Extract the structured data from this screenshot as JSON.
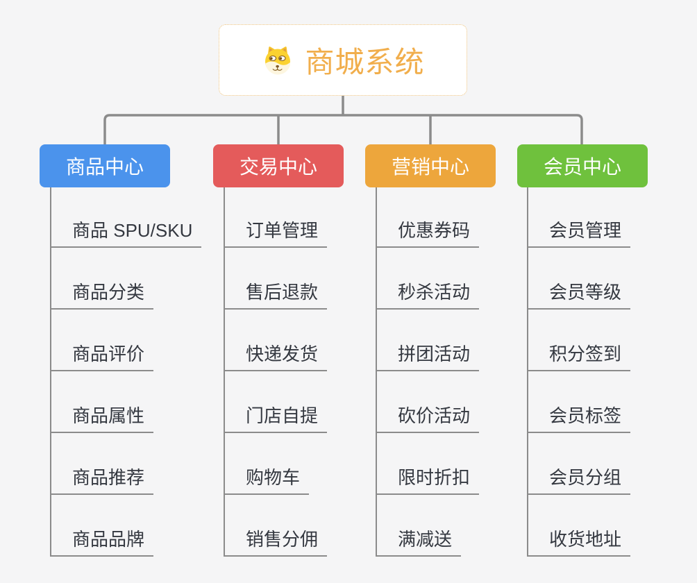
{
  "page": {
    "background_color": "#f5f5f6"
  },
  "root": {
    "title": "商城系统",
    "icon": "dog-face-icon",
    "title_color": "#f1ae4c",
    "border_color": "#eec27c"
  },
  "connectors": {
    "color": "#8b8b8b"
  },
  "branches": [
    {
      "label": "商品中心",
      "color": "#4b93ec",
      "items": [
        "商品 SPU/SKU",
        "商品分类",
        "商品评价",
        "商品属性",
        "商品推荐",
        "商品品牌"
      ]
    },
    {
      "label": "交易中心",
      "color": "#e45b5b",
      "items": [
        "订单管理",
        "售后退款",
        "快递发货",
        "门店自提",
        "购物车",
        "销售分佣"
      ]
    },
    {
      "label": "营销中心",
      "color": "#eda63c",
      "items": [
        "优惠券码",
        "秒杀活动",
        "拼团活动",
        "砍价活动",
        "限时折扣",
        "满减送"
      ]
    },
    {
      "label": "会员中心",
      "color": "#6fc13d",
      "items": [
        "会员管理",
        "会员等级",
        "积分签到",
        "会员标签",
        "会员分组",
        "收货地址"
      ]
    }
  ]
}
